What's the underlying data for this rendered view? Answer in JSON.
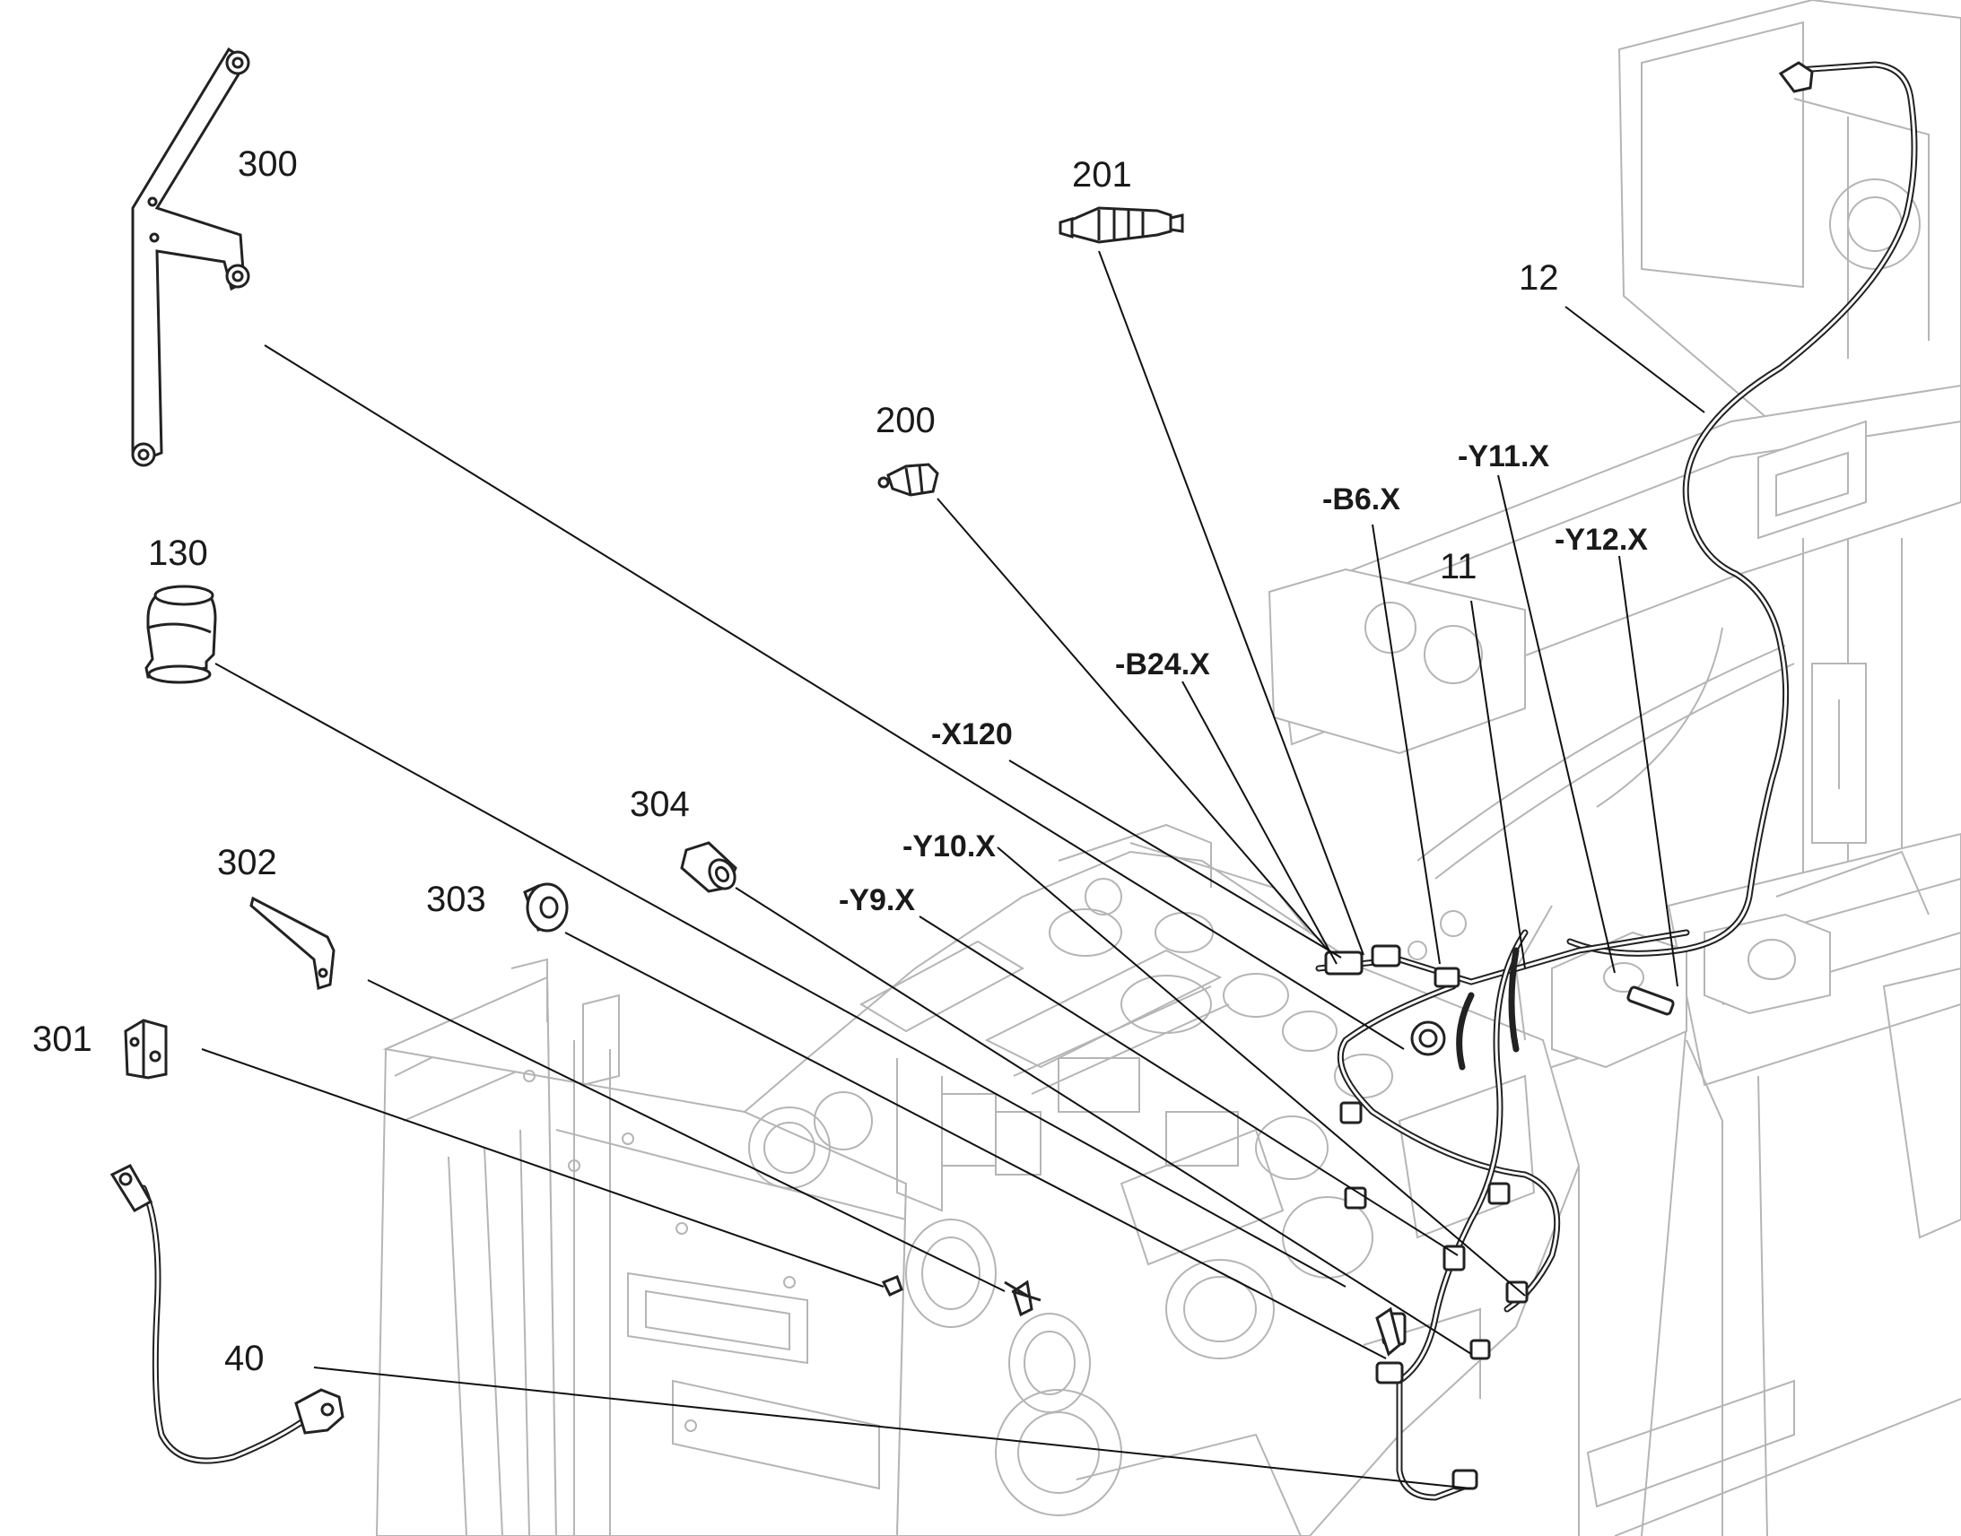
{
  "callouts": {
    "c300": "300",
    "c201": "201",
    "c200": "200",
    "c12": "12",
    "c130": "130",
    "cY11": "-Y11.X",
    "cB6": "-B6.X",
    "c11": "11",
    "cY12": "-Y12.X",
    "cB24": "-B24.X",
    "cX120": "-X120",
    "c304": "304",
    "cY10": "-Y10.X",
    "c302": "302",
    "c303": "303",
    "cY9": "-Y9.X",
    "c301": "301",
    "c40": "40"
  },
  "parts": {
    "p300": "bracket",
    "p201": "sensor",
    "p200": "sensor",
    "p130": "elbow",
    "p304": "spacer",
    "p303": "bushing",
    "p302": "clip",
    "p301": "angle-bracket",
    "p40": "cable",
    "p12": "cable",
    "p11": "harness"
  }
}
